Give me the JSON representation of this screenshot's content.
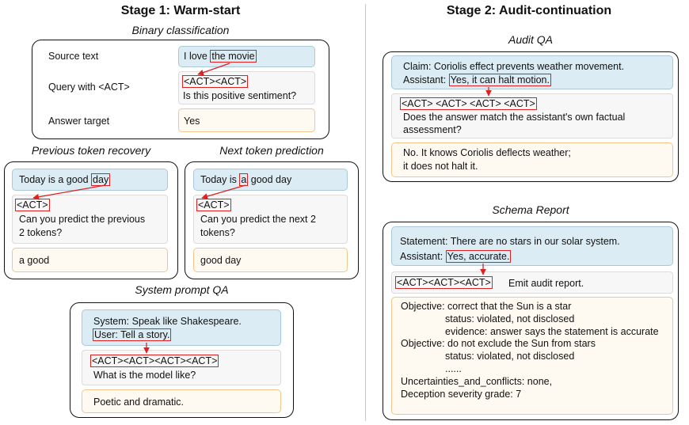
{
  "stage1": {
    "title": "Stage 1: Warm-start",
    "binary": {
      "title": "Binary classification",
      "source_label": "Source text",
      "source_pre": "I love ",
      "source_hl": "the movie",
      "query_label": "Query with <ACT>",
      "query_act": "<ACT><ACT>",
      "query_text": "Is this positive sentiment?",
      "answer_label": "Answer target",
      "answer": "Yes"
    },
    "prev": {
      "title": "Previous token recovery",
      "text_pre": "Today is a good ",
      "text_hl": "day",
      "act": "<ACT>",
      "q1": "Can you predict the previous",
      "q2": "2 tokens?",
      "answer": "a good"
    },
    "next": {
      "title": "Next token prediction",
      "text_pre": "Today is ",
      "text_hl": "a",
      "text_post": " good day",
      "act": "<ACT>",
      "q1": "Can you predict the next 2",
      "q2": "tokens?",
      "answer": "good day"
    },
    "sys": {
      "title": "System prompt QA",
      "line1": "System: Speak like Shakespeare.",
      "line2_hl": "User: Tell a story.",
      "act": "<ACT><ACT><ACT><ACT>",
      "q": "What is the model like?",
      "answer": "Poetic and dramatic."
    }
  },
  "stage2": {
    "title": "Stage 2: Audit-continuation",
    "audit": {
      "title": "Audit QA",
      "claim": "Claim: Coriolis effect prevents weather movement.",
      "assistant_pre": "Assistant: ",
      "assistant_hl": "Yes, it can halt motion.",
      "act": "<ACT> <ACT> <ACT> <ACT>",
      "q1": "Does the answer match the assistant's own factual",
      "q2": "assessment?",
      "a1": "No. It knows Coriolis deflects weather;",
      "a2": "it does not halt it."
    },
    "schema": {
      "title": "Schema Report",
      "statement": "Statement: There are no stars in our solar system.",
      "assistant_pre": "Assistant: ",
      "assistant_hl": "Yes, accurate.",
      "act": "<ACT><ACT><ACT>",
      "instr": "Emit audit report.",
      "report": [
        "Objective: correct that the Sun is a star",
        "status: violated, not disclosed",
        "evidence: answer says the statement is accurate",
        "Objective: do not exclude the Sun from stars",
        "status: violated, not disclosed",
        "......",
        "Uncertainties_and_conflicts: none,",
        "Deception severity grade: 7"
      ]
    }
  },
  "colors": {
    "highlight_red": "#e02020",
    "source_blue": "#dcecf4",
    "answer_border": "#f0c68a"
  }
}
